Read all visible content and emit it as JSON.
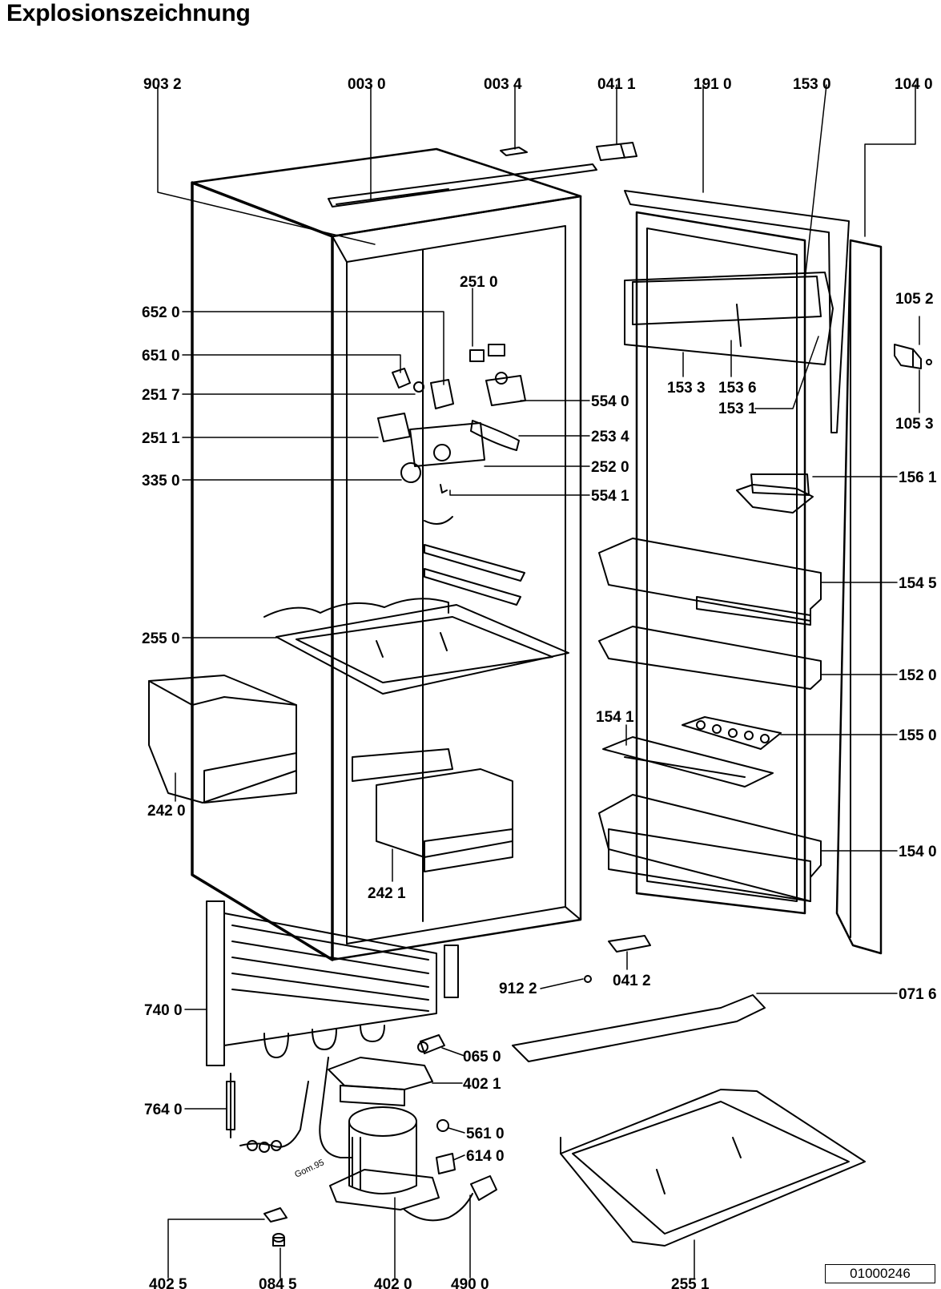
{
  "title": "Explosionszeichnung",
  "doc_id": "01000246",
  "stamp": "Gom.95",
  "colors": {
    "ink": "#000000",
    "paper": "#ffffff"
  },
  "parts": [
    {
      "id": "p-903-2",
      "code": "903 2"
    },
    {
      "id": "p-003-0",
      "code": "003 0"
    },
    {
      "id": "p-003-4",
      "code": "003 4"
    },
    {
      "id": "p-041-1",
      "code": "041 1"
    },
    {
      "id": "p-191-0",
      "code": "191 0"
    },
    {
      "id": "p-153-0",
      "code": "153 0"
    },
    {
      "id": "p-104-0",
      "code": "104 0"
    },
    {
      "id": "p-251-0",
      "code": "251 0"
    },
    {
      "id": "p-652-0",
      "code": "652 0"
    },
    {
      "id": "p-651-0",
      "code": "651 0"
    },
    {
      "id": "p-251-7",
      "code": "251 7"
    },
    {
      "id": "p-251-1",
      "code": "251 1"
    },
    {
      "id": "p-335-0",
      "code": "335 0"
    },
    {
      "id": "p-554-0",
      "code": "554 0"
    },
    {
      "id": "p-253-4",
      "code": "253 4"
    },
    {
      "id": "p-252-0",
      "code": "252 0"
    },
    {
      "id": "p-554-1",
      "code": "554 1"
    },
    {
      "id": "p-153-3",
      "code": "153 3"
    },
    {
      "id": "p-153-6",
      "code": "153 6"
    },
    {
      "id": "p-153-1",
      "code": "153 1"
    },
    {
      "id": "p-105-2",
      "code": "105 2"
    },
    {
      "id": "p-105-3",
      "code": "105 3"
    },
    {
      "id": "p-156-1",
      "code": "156 1"
    },
    {
      "id": "p-154-5",
      "code": "154 5"
    },
    {
      "id": "p-255-0",
      "code": "255 0"
    },
    {
      "id": "p-152-0",
      "code": "152 0"
    },
    {
      "id": "p-154-1",
      "code": "154 1"
    },
    {
      "id": "p-155-0",
      "code": "155 0"
    },
    {
      "id": "p-242-0",
      "code": "242 0"
    },
    {
      "id": "p-154-0",
      "code": "154 0"
    },
    {
      "id": "p-242-1",
      "code": "242 1"
    },
    {
      "id": "p-912-2",
      "code": "912 2"
    },
    {
      "id": "p-041-2",
      "code": "041 2"
    },
    {
      "id": "p-071-6",
      "code": "071 6"
    },
    {
      "id": "p-740-0",
      "code": "740 0"
    },
    {
      "id": "p-065-0",
      "code": "065 0"
    },
    {
      "id": "p-402-1",
      "code": "402 1"
    },
    {
      "id": "p-764-0",
      "code": "764 0"
    },
    {
      "id": "p-561-0",
      "code": "561 0"
    },
    {
      "id": "p-614-0",
      "code": "614 0"
    },
    {
      "id": "p-402-5",
      "code": "402 5"
    },
    {
      "id": "p-084-5",
      "code": "084 5"
    },
    {
      "id": "p-402-0",
      "code": "402 0"
    },
    {
      "id": "p-490-0",
      "code": "490 0"
    },
    {
      "id": "p-255-1",
      "code": "255 1"
    }
  ]
}
